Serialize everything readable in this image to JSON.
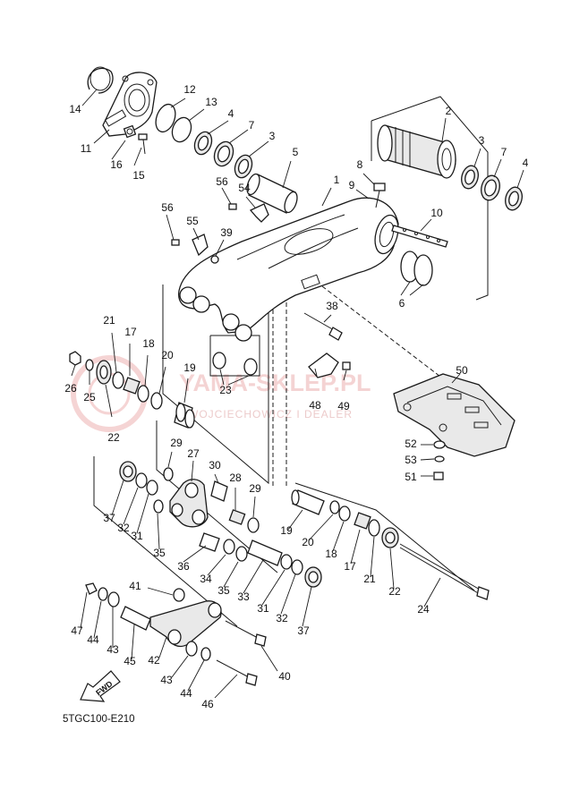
{
  "diagram_code": "5TGC100-E210",
  "fwd_label": "FWD",
  "watermark": {
    "brand": "YAMA-SKLEP.PL",
    "sub": "WOJCIECHOWICZ I DEALER"
  },
  "callouts": [
    "1",
    "2",
    "3",
    "4",
    "5",
    "6",
    "7",
    "8",
    "9",
    "10",
    "11",
    "12",
    "13",
    "14",
    "15",
    "16",
    "17",
    "18",
    "19",
    "20",
    "21",
    "22",
    "23",
    "24",
    "25",
    "26",
    "27",
    "28",
    "29",
    "30",
    "31",
    "32",
    "33",
    "34",
    "35",
    "36",
    "37",
    "38",
    "39",
    "40",
    "41",
    "42",
    "43",
    "44",
    "45",
    "46",
    "47",
    "48",
    "49",
    "50",
    "51",
    "52",
    "53",
    "54",
    "55",
    "56"
  ]
}
